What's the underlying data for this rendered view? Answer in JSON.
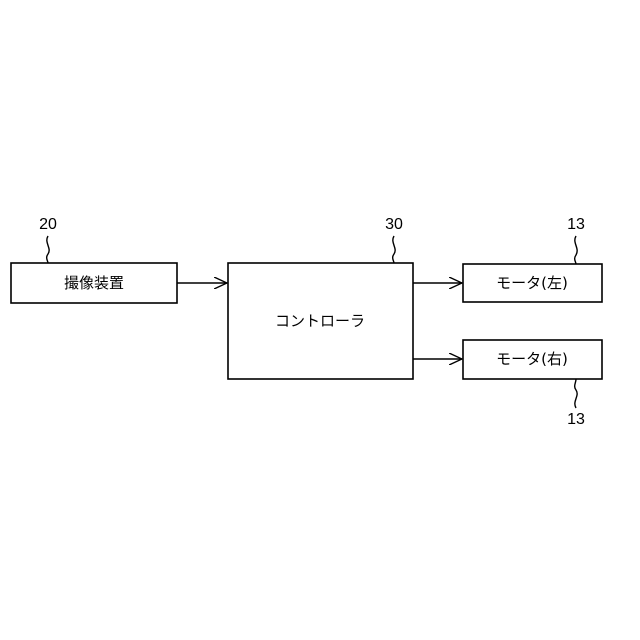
{
  "blocks": {
    "imaging_device": {
      "label": "撮像装置",
      "ref": "20"
    },
    "controller": {
      "label": "コントローラ",
      "ref": "30"
    },
    "motor_left": {
      "label": "モータ(左)",
      "ref": "13"
    },
    "motor_right": {
      "label": "モータ(右)",
      "ref": "13"
    }
  }
}
